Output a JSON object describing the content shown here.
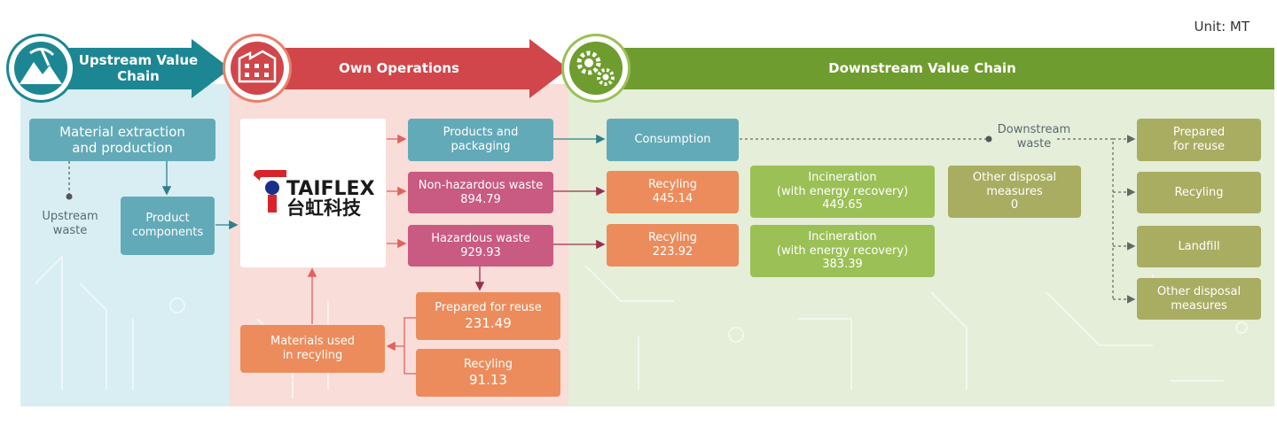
{
  "unit": "Unit: MT",
  "stages": {
    "upstream": {
      "line1": "Upstream Value",
      "line2": "Chain",
      "icon": "mining-pickaxe-icon"
    },
    "own": {
      "label": "Own Operations",
      "icon": "factory-building-icon"
    },
    "downstream": {
      "label": "Downstream Value Chain",
      "icon": "gears-icon"
    }
  },
  "upstream": {
    "material": {
      "line1": "Material extraction",
      "line2": "and production"
    },
    "components": {
      "line1": "Product",
      "line2": "components"
    },
    "waste": {
      "line1": "Upstream",
      "line2": "waste"
    }
  },
  "own": {
    "logo": {
      "text_en": "TAIFLEX",
      "text_zh": "台虹科技"
    },
    "products": {
      "line1": "Products and",
      "line2": "packaging"
    },
    "nonhaz": {
      "label": "Non-hazardous waste",
      "value": "894.79"
    },
    "haz": {
      "label": "Hazardous waste",
      "value": "929.93"
    },
    "prepared": {
      "label": "Prepared for reuse",
      "value": "231.49"
    },
    "recycling": {
      "label": "Recyling",
      "value": "91.13"
    },
    "materials": {
      "line1": "Materials used",
      "line2": "in recyling"
    }
  },
  "downstream": {
    "consumption": "Consumption",
    "waste": {
      "line1": "Downstream",
      "line2": "waste"
    },
    "nonhaz_recycling": {
      "label": "Recyling",
      "value": "445.14"
    },
    "nonhaz_incin": {
      "line1": "Incineration",
      "line2": "(with energy recovery)",
      "value": "449.65"
    },
    "other": {
      "line1": "Other disposal",
      "line2": "measures",
      "value": "0"
    },
    "haz_recycling": {
      "label": "Recyling",
      "value": "223.92"
    },
    "haz_incin": {
      "line1": "Incineration",
      "line2": "(with energy recovery)",
      "value": "383.39"
    },
    "end": {
      "prepared": {
        "line1": "Prepared",
        "line2": "for reuse"
      },
      "recycling": "Recyling",
      "landfill": "Landfill",
      "other": {
        "line1": "Other disposal",
        "line2": "measures"
      }
    }
  },
  "colors": {
    "upstream_bg": "#d8eef3",
    "own_bg": "#f8ddd9",
    "downstream_bg": "#e4eed8",
    "teal": "#1c8793",
    "red": "#d1464a",
    "green": "#6f9c2e",
    "box_teal": "#63aab8",
    "box_pink": "#c95a82",
    "box_orange": "#ec8c5c",
    "box_green": "#9bc055",
    "box_olive": "#a9ad62"
  }
}
